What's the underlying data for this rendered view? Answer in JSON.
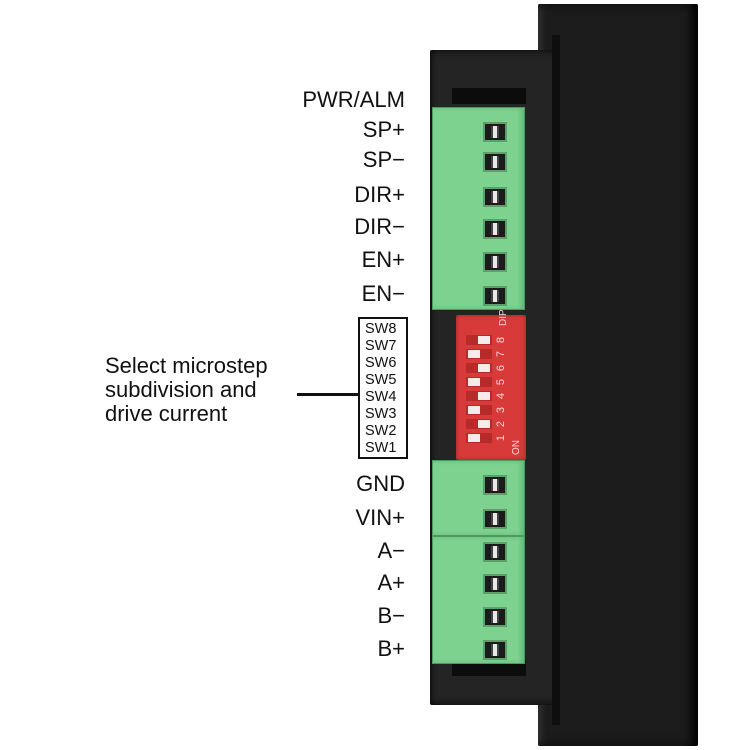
{
  "signal_pins": [
    "PWR/ALM",
    "SP+",
    "SP−",
    "DIR+",
    "DIR−",
    "EN+",
    "EN−"
  ],
  "dip_switches": [
    "SW8",
    "SW7",
    "SW6",
    "SW5",
    "SW4",
    "SW3",
    "SW2",
    "SW1"
  ],
  "dip_numbers": [
    "1",
    "2",
    "3",
    "4",
    "5",
    "6",
    "7",
    "8"
  ],
  "dip_marker": "DIP",
  "dip_on_marker": "ON",
  "callout": [
    "Select microstep",
    "subdivision and",
    "drive current"
  ],
  "power_pins": [
    "GND",
    "VIN+"
  ],
  "motor_pins": [
    "A−",
    "A+",
    "B−",
    "B+"
  ],
  "colors": {
    "terminal": "#7dd28f",
    "dip": "#d83a3a",
    "housing": "#242424"
  }
}
